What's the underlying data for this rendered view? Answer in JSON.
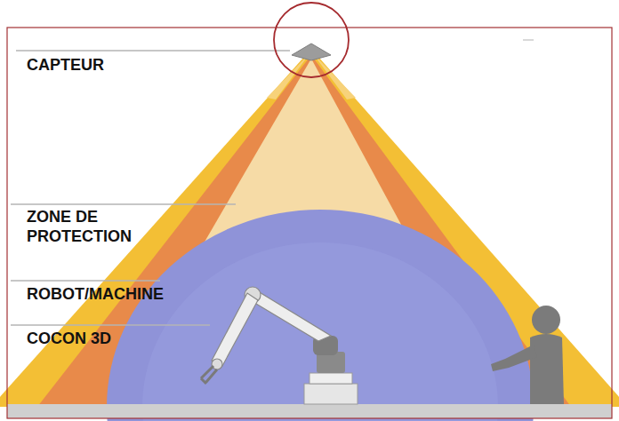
{
  "diagram": {
    "labels": [
      "CAPTEUR",
      "ZONE DE PROTECTION",
      "ROBOT/MACHINE",
      "COCON 3D"
    ]
  }
}
